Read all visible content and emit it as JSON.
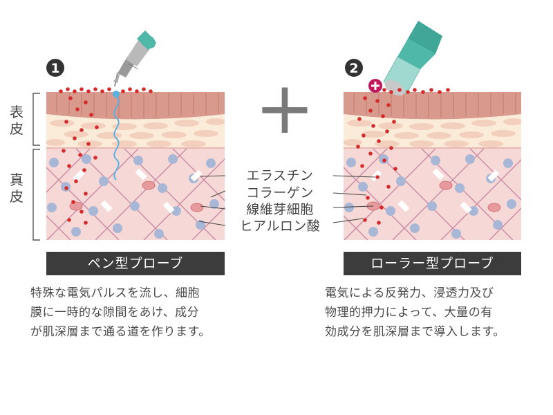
{
  "steps": [
    {
      "number": "1",
      "bar_label": "ペン型プローブ",
      "description": [
        "特殊な電気パルスを流し、細胞",
        "膜に一時的な隙間をあけ、成分",
        "が肌深層まで通る道を作ります。"
      ]
    },
    {
      "number": "2",
      "bar_label": "ローラー型プローブ",
      "description": [
        "電気による反発力、浸透力及び",
        "物理的押力によって、大量の有",
        "効成分を肌深層まで導入します。"
      ]
    }
  ],
  "layers": {
    "epidermis": [
      "表",
      "皮"
    ],
    "dermis": [
      "真",
      "皮"
    ]
  },
  "terms": [
    "エラスチン",
    "コラーゲン",
    "線維芽細胞",
    "ヒアルロン酸"
  ],
  "plus_sign": "+",
  "colors": {
    "bar": "#3c3c3c",
    "dermis": "#f6d9d6",
    "epidermis_top": "#d99a8e",
    "droplet": "#d42a2a",
    "probe": "#4fb8a8",
    "plus_badge": "#c2185b"
  }
}
